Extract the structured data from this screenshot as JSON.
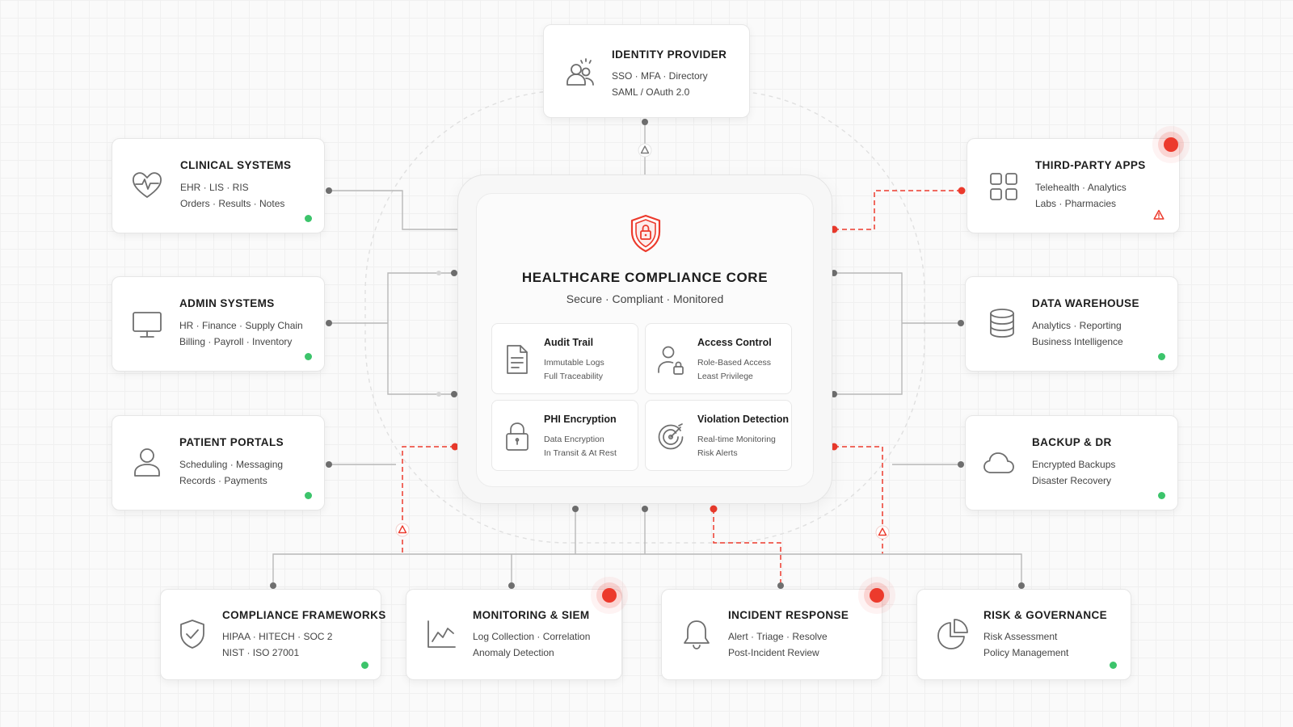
{
  "core": {
    "title": "HEALTHCARE COMPLIANCE CORE",
    "subtitle": "Secure · Compliant · Monitored",
    "icon": "shield-lock-icon",
    "modules": [
      {
        "id": "audit",
        "title": "Audit Trail",
        "lines": [
          "Immutable Logs",
          "Full Traceability"
        ],
        "icon": "document-icon"
      },
      {
        "id": "access",
        "title": "Access Control",
        "lines": [
          "Role-Based Access",
          "Least Privilege"
        ],
        "icon": "user-lock-icon"
      },
      {
        "id": "phi",
        "title": "PHI Encryption",
        "lines": [
          "Data Encryption",
          "In Transit & At Rest"
        ],
        "icon": "padlock-icon"
      },
      {
        "id": "violation",
        "title": "Violation Detection",
        "lines": [
          "Real-time Monitoring",
          "Risk Alerts"
        ],
        "icon": "radar-icon"
      }
    ]
  },
  "nodes": {
    "identity": {
      "title": "IDENTITY PROVIDER",
      "lines": [
        "SSO · MFA · Directory",
        "SAML / OAuth 2.0"
      ],
      "icon": "users-icon",
      "status": "normal"
    },
    "clinical": {
      "title": "CLINICAL SYSTEMS",
      "lines": [
        "EHR · LIS · RIS",
        "Orders · Results · Notes"
      ],
      "icon": "heart-pulse-icon",
      "status": "ok"
    },
    "admin": {
      "title": "ADMIN SYSTEMS",
      "lines": [
        "HR · Finance · Supply Chain",
        "Billing · Payroll · Inventory"
      ],
      "icon": "monitor-icon",
      "status": "ok"
    },
    "portals": {
      "title": "PATIENT PORTALS",
      "lines": [
        "Scheduling · Messaging",
        "Records · Payments"
      ],
      "icon": "user-icon",
      "status": "ok"
    },
    "thirdparty": {
      "title": "THIRD-PARTY APPS",
      "lines": [
        "Telehealth · Analytics",
        "Labs · Pharmacies"
      ],
      "icon": "grid-icon",
      "status": "alert"
    },
    "warehouse": {
      "title": "DATA WAREHOUSE",
      "lines": [
        "Analytics · Reporting",
        "Business Intelligence"
      ],
      "icon": "database-icon",
      "status": "ok"
    },
    "backup": {
      "title": "BACKUP & DR",
      "lines": [
        "Encrypted Backups",
        "Disaster Recovery"
      ],
      "icon": "cloud-icon",
      "status": "ok"
    },
    "frameworks": {
      "title": "COMPLIANCE FRAMEWORKS",
      "lines": [
        "HIPAA · HITECH · SOC 2",
        "NIST · ISO 27001"
      ],
      "icon": "shield-check-icon",
      "status": "ok"
    },
    "siem": {
      "title": "MONITORING & SIEM",
      "lines": [
        "Log Collection · Correlation",
        "Anomaly Detection"
      ],
      "icon": "chart-line-icon",
      "status": "alert"
    },
    "incident": {
      "title": "INCIDENT RESPONSE",
      "lines": [
        "Alert · Triage · Resolve",
        "Post-Incident Review"
      ],
      "icon": "bell-icon",
      "status": "alert"
    },
    "risk": {
      "title": "RISK & GOVERNANCE",
      "lines": [
        "Risk Assessment",
        "Policy Management"
      ],
      "icon": "pie-chart-icon",
      "status": "ok"
    }
  },
  "colors": {
    "alert": "#ec3a2c",
    "ok": "#3cc46b",
    "line": "#c9c9c9",
    "icon": "#6e6e6e",
    "dashed_ring": "#e0e0e0"
  }
}
